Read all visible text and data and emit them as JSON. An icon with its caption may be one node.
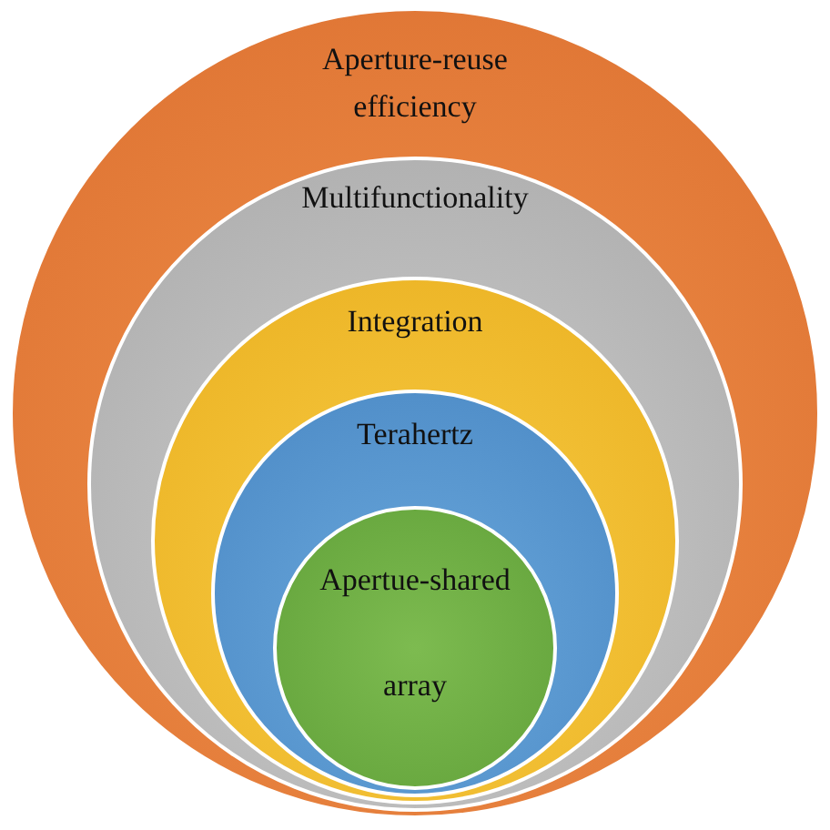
{
  "diagram": {
    "nodes": [
      {
        "text": [
          "Aperture-reuse efficiency"
        ]
      },
      {
        "text": [
          "Multifunctionality"
        ],
        "in": 0
      },
      {
        "text": [
          "Integration"
        ],
        "in": 1
      },
      {
        "text": [
          "Terahertz"
        ],
        "in": 2
      },
      {
        "text": [
          "Apertue-shared array"
        ],
        "in": 3
      }
    ]
  }
}
